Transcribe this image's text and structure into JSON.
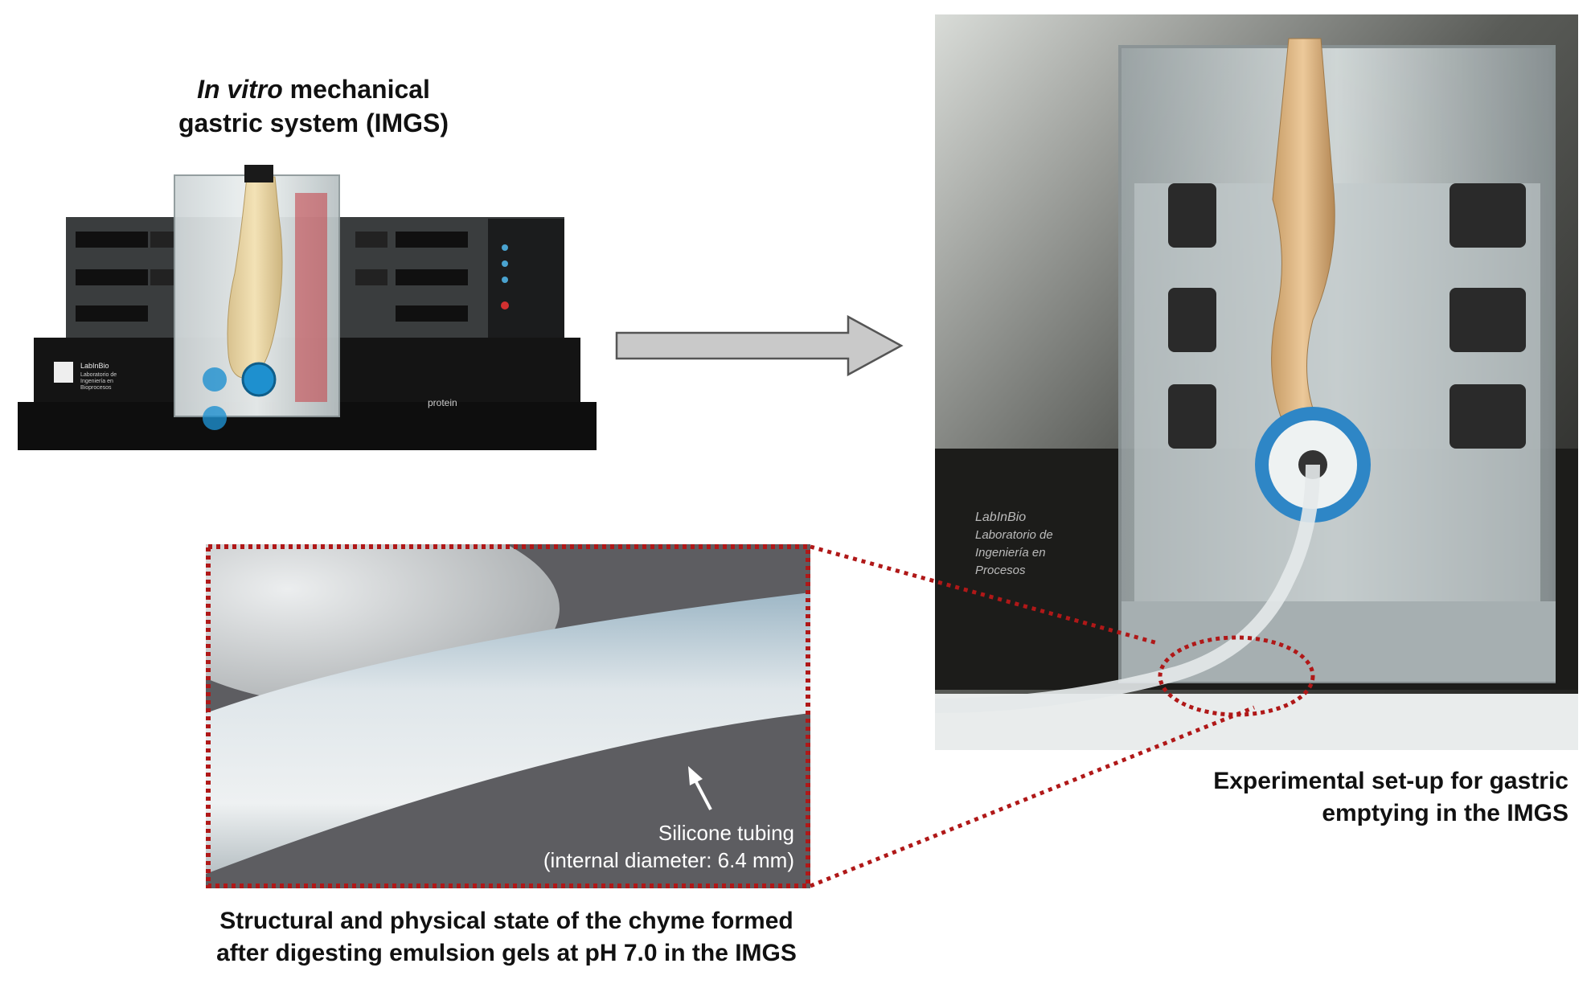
{
  "imgs_title": {
    "italic": "In vitro",
    "rest_line1": " mechanical",
    "line2": "gastric system (IMGS)"
  },
  "device_labels": {
    "lab": "LabInBio",
    "lab_sub1": "Laboratorio de",
    "lab_sub2": "Ingeniería en",
    "lab_sub3": "Bioprocesos",
    "brand": "protein"
  },
  "setup_photo_labels": {
    "lab": "LabInBio",
    "sub1": "Laboratorio de",
    "sub2": "Ingeniería en",
    "sub3": "Procesos"
  },
  "setup_caption": {
    "line1": "Experimental set-up for gastric",
    "line2": "emptying in the IMGS"
  },
  "chyme_annotation": {
    "line1": "Silicone tubing",
    "line2": "(internal diameter: 6.4 mm)"
  },
  "chyme_caption": {
    "line1": "Structural and physical state of the chyme formed",
    "line2": "after digesting emulsion gels at pH 7.0 in the IMGS"
  },
  "colors": {
    "arrow_fill": "#c9c9c9",
    "arrow_stroke": "#555555",
    "highlight_dotted": "#b01818",
    "device_black": "#141414",
    "chyme_bg": "#5d5d61",
    "tube_white": "#e6eaec",
    "setup_bg": "#2c2c2a"
  }
}
